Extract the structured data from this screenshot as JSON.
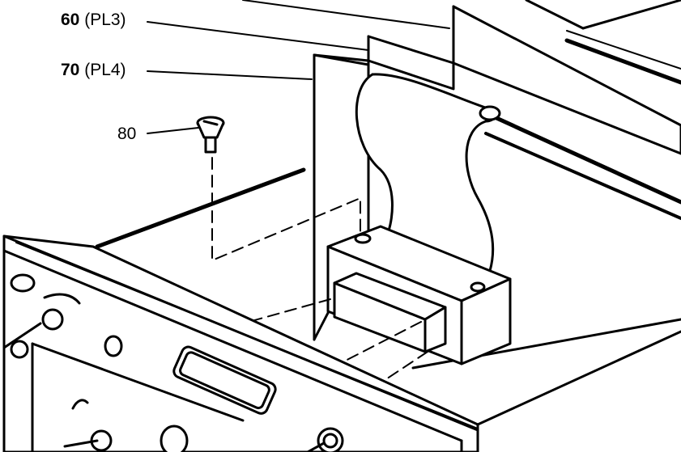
{
  "callouts": [
    {
      "id": "60",
      "ref": "(PL3)"
    },
    {
      "id": "70",
      "ref": "(PL4)"
    },
    {
      "id": "80",
      "ref": ""
    }
  ],
  "colors": {
    "ink": "#000000",
    "paper": "#ffffff"
  }
}
